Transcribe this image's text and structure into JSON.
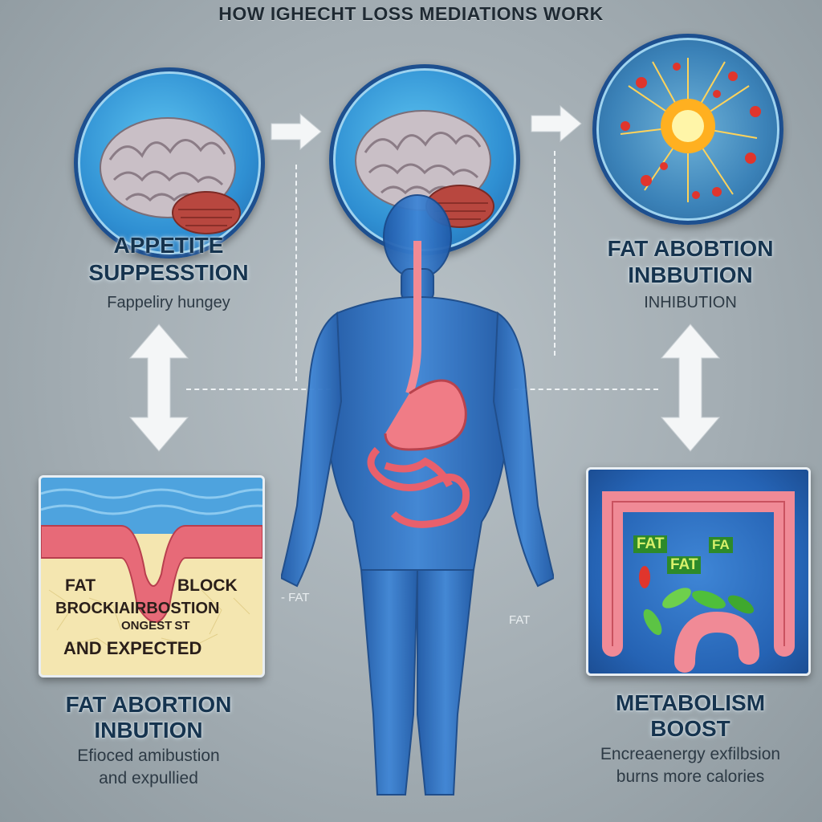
{
  "title": "HOW IGHECHT LOSS MEDIATIONS WORK",
  "icons": {
    "brain": "brain-icon",
    "burst": "fat-burst-icon",
    "body": "human-body-icon",
    "skin": "skin-layer-icon",
    "intestine": "intestine-icon"
  },
  "left": {
    "heading_line1": "APPETITE",
    "heading_line2": "SUPPESSTION",
    "subtitle": "Fappeliry hungey"
  },
  "right": {
    "heading_line1": "FAT ABOBTION",
    "heading_line2": "INBBUTION",
    "subtitle": "INHIBUTION"
  },
  "bottom_left": {
    "panel_fat": "FAT",
    "panel_block": "BLOCK",
    "panel_line2": "BROCKIAIRBOSTION",
    "panel_line3": "ONGEST ST",
    "panel_line4": "AND EXPECTED",
    "heading_line1": "FAT ABORTION",
    "heading_line2": "INBUTION",
    "subtitle_line1": "Efioced amibustion",
    "subtitle_line2": "and expullied"
  },
  "bottom_right": {
    "fat_labels": [
      "FAT",
      "FAT",
      "FA"
    ],
    "heading_line1": "METABOLISM",
    "heading_line2": "BOOST",
    "subtitle_line1": "Encreaenergy exfilbsion",
    "subtitle_line2": "burns more calories"
  },
  "floating": {
    "fat_left": "- FAT",
    "fat_right": "FAT"
  },
  "colors": {
    "circle_blue": "#2f8fd2",
    "body_blue": "#2d6fc4",
    "organ_pink": "#f0828a",
    "heading_text": "#16344f"
  }
}
